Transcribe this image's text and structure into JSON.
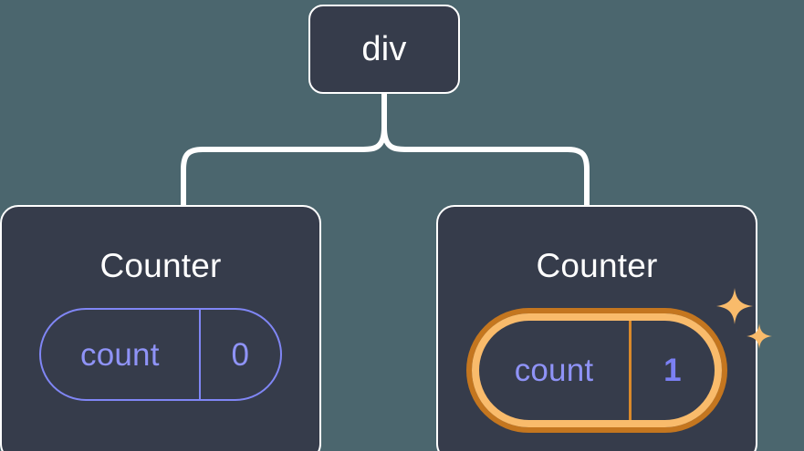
{
  "diagram": {
    "type": "component-tree",
    "background_color": "#4b666e",
    "node_fill_color": "#363c4b",
    "node_border_color": "#ffffff",
    "connector_color": "#ffffff",
    "accent_state_color": "#8086f5",
    "accent_highlight_color": "#f9bb6b",
    "accent_highlight_outer_color": "#c4761f",
    "root": {
      "label": "div"
    },
    "children": [
      {
        "label": "Counter",
        "state": {
          "key": "count",
          "value": "0",
          "highlighted": false
        }
      },
      {
        "label": "Counter",
        "state": {
          "key": "count",
          "value": "1",
          "highlighted": true
        },
        "sparkle_icons": [
          "sparkle-large",
          "sparkle-small"
        ]
      }
    ]
  }
}
